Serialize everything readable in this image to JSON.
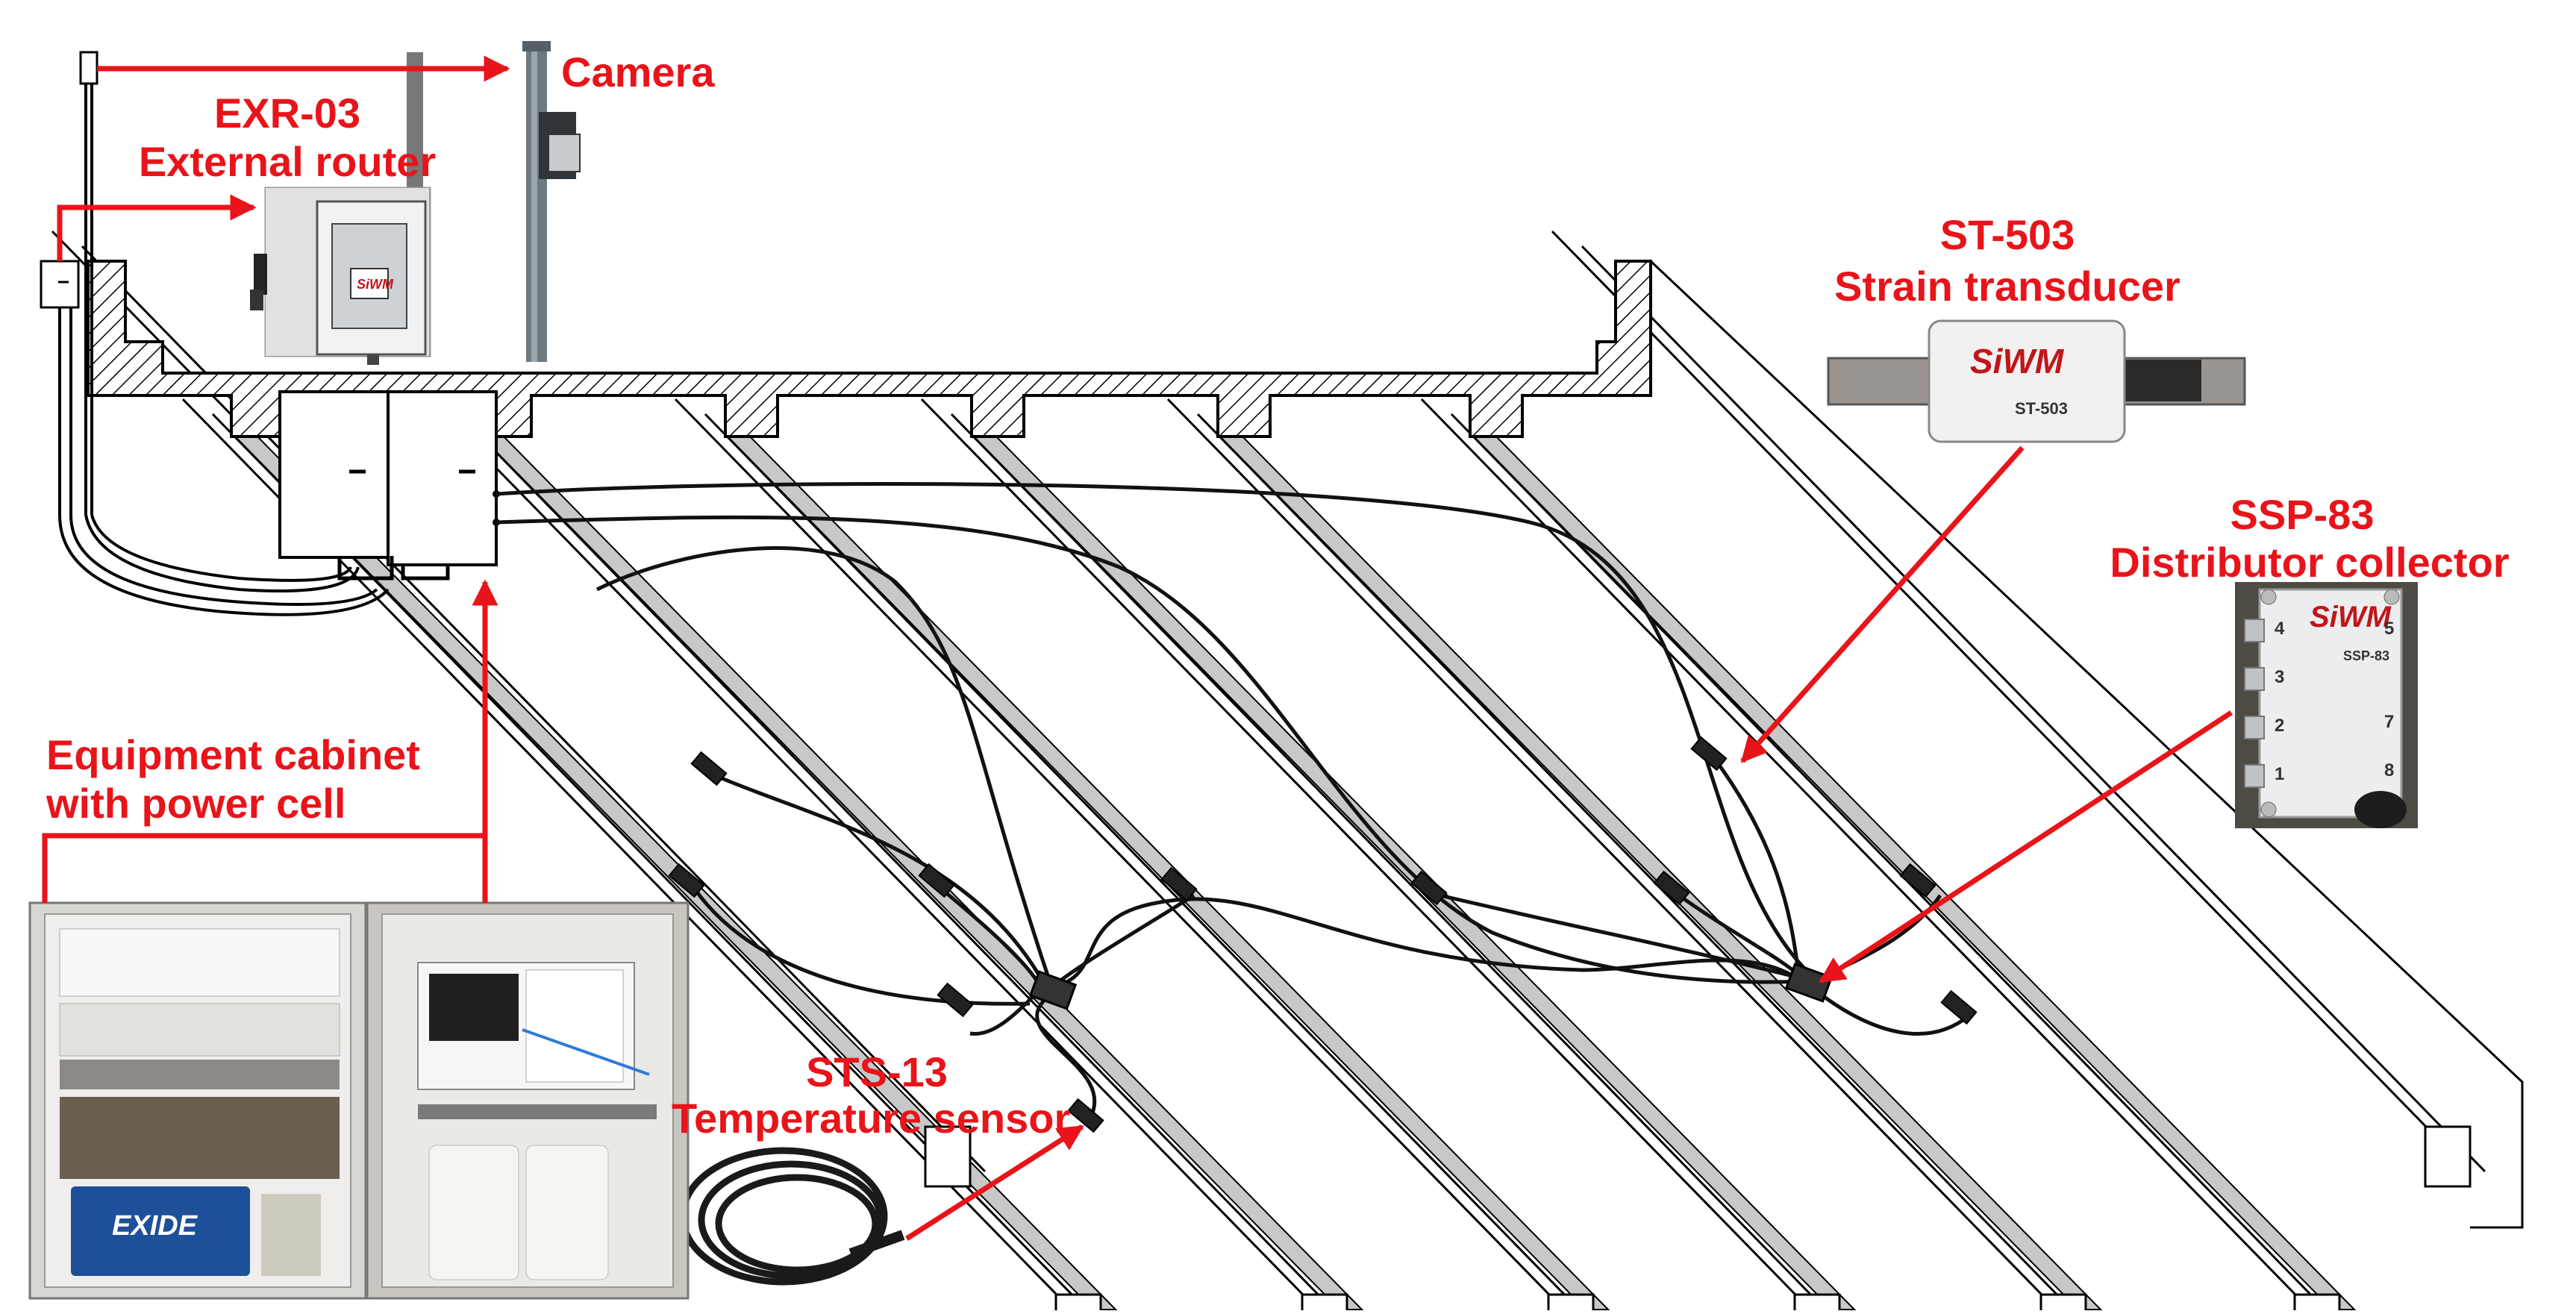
{
  "labels": {
    "camera": "Camera",
    "router_model": "EXR-03",
    "router_name": "External router",
    "strain_model": "ST-503",
    "strain_name": "Strain transducer",
    "collector_model": "SSP-83",
    "collector_name": "Distributor collector",
    "cabinet_line1": "Equipment cabinet",
    "cabinet_line2": "with power cell",
    "temp_model": "STS-13",
    "temp_name": "Temperature sensor"
  },
  "device_markings": {
    "brand": "SiWM",
    "strain_plate": "ST-503",
    "collector_plate": "SSP-83",
    "battery_brand": "EXIDE",
    "collector_ports": [
      "4",
      "3",
      "2",
      "1",
      "5",
      "7",
      "8"
    ]
  },
  "colors": {
    "annotation": "#e8141a",
    "hatch": "#000000",
    "rib_shade": "#c8c8c8",
    "cable": "#111111"
  }
}
